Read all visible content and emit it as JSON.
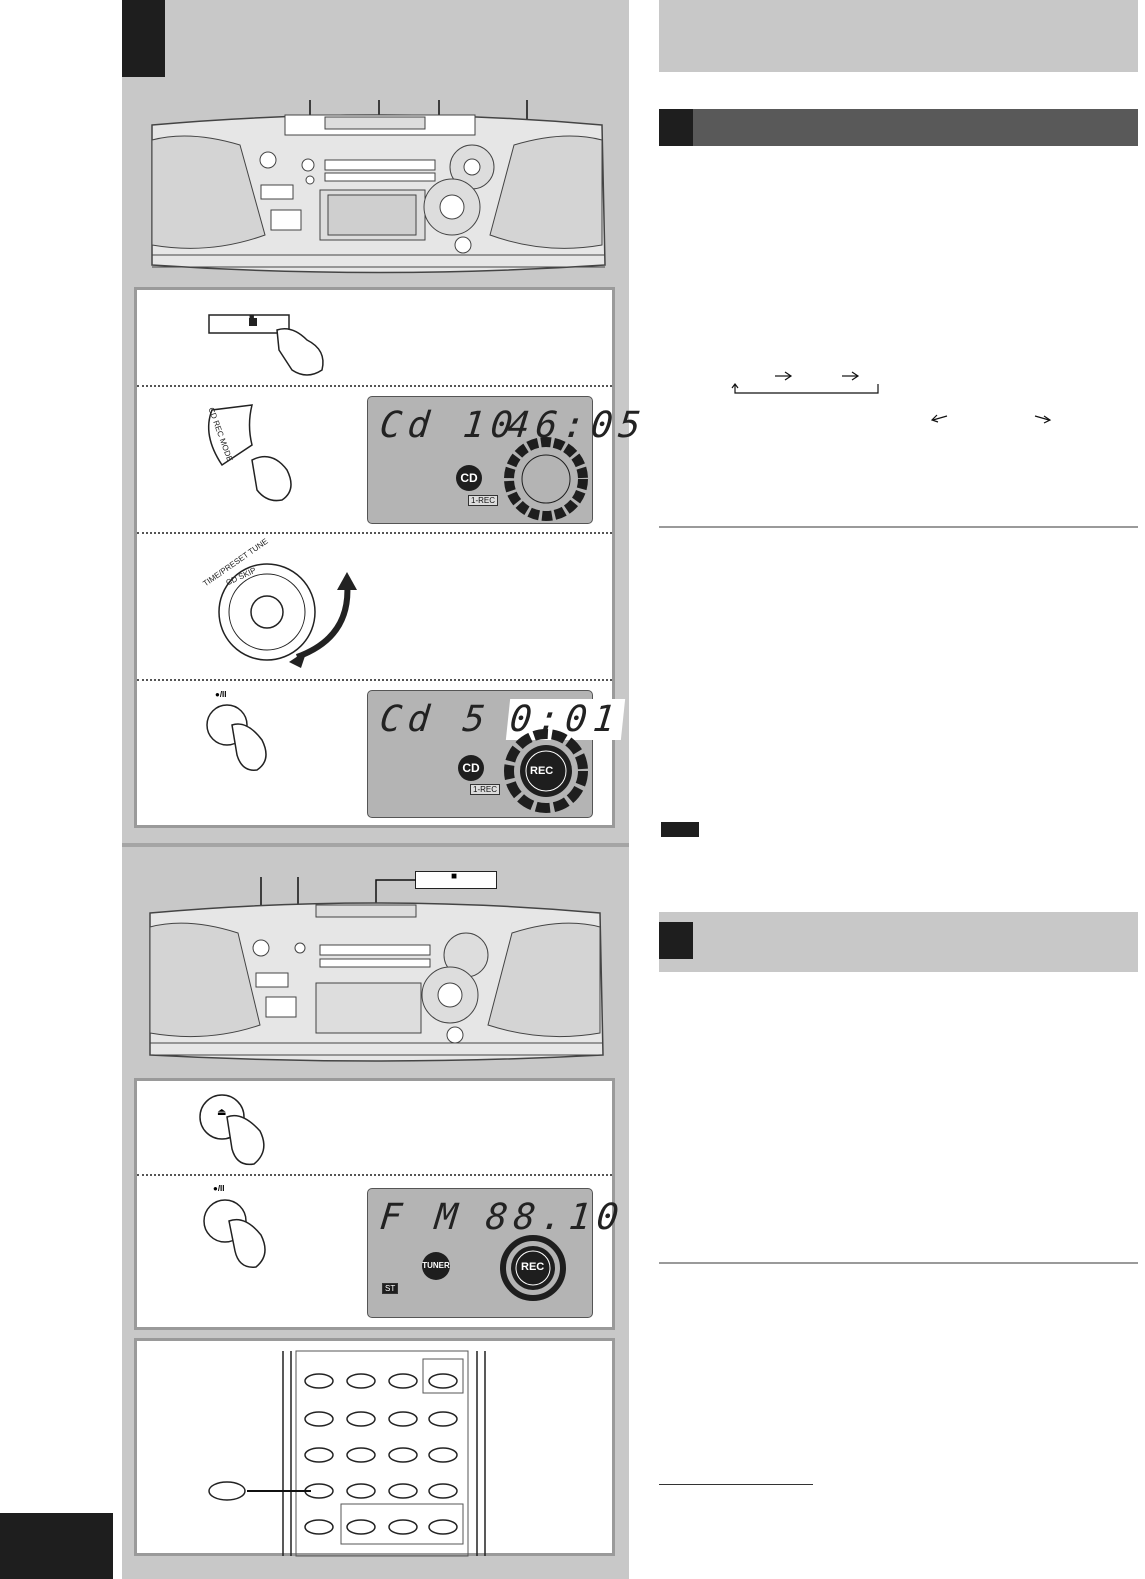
{
  "page": {
    "step1": {
      "lcd_label_left": "Cd 10",
      "lcd_label_right": "46:05",
      "indicator_cd": "CD",
      "indicator_mode": "1-REC",
      "button_symbol": "■",
      "dial_caption_top": "TIME/PRESET TUNE",
      "dial_caption_bottom": "CD SKIP",
      "mode_button_caption": "CD REC MODE",
      "rec_button_symbol": "●/II"
    },
    "step1_result": {
      "lcd_label_left": "Cd  5",
      "lcd_label_right": "0:01",
      "indicator_cd": "CD",
      "indicator_rec": "REC",
      "indicator_mode": "1-REC"
    },
    "step2": {
      "stop_symbol": "■",
      "eject_symbol": "⏏",
      "rec_button_symbol": "●/II",
      "lcd_label_left": "F  M",
      "lcd_label_right": "88.10",
      "indicator_tuner": "TUNER",
      "indicator_rec": "REC",
      "indicator_st": "ST"
    }
  }
}
